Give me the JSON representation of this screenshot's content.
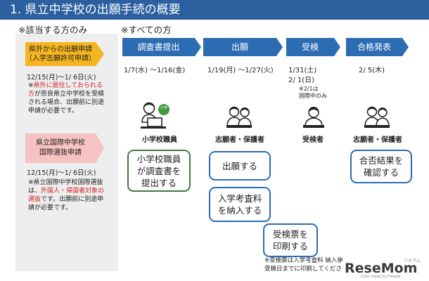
{
  "title": "1. 県立中学校の出願手続の概要",
  "left_heading": "※該当する方のみ",
  "right_heading": "※すべての方",
  "left": {
    "tag1_line1": "県外からの出願申請",
    "tag1_line2": "（入学志願許可申請）",
    "dates1": "12/15(月)〜1/ 6日(火)",
    "note1": {
      "mark": "※",
      "red": "県外に居住しておられる",
      "line1_rest": "",
      "line2_red": "方",
      "line2_rest": "が奈良県立中学校を受検",
      "line3": "される場合、出願前に別途",
      "line4": "申請が必要です。"
    },
    "tag2_line1": "県立国際中学校",
    "tag2_line2": "国際選抜申請",
    "dates2": "12/15(月)〜1/ 6日(火)",
    "note2": {
      "line1": "※県立国際中学校国際選抜",
      "line2_pre": "は、",
      "line2_red": "外国人・帰国者対象の",
      "line3_red": "選抜",
      "line3_rest": "です。出願前に別途申",
      "line4": "請が必要です。"
    }
  },
  "steps": [
    {
      "label": "調査書提出",
      "dates": [
        "1/7(水) 〜1/16(金)"
      ]
    },
    {
      "label": "出願",
      "dates": [
        "1/19(月) 〜1/27(火)"
      ]
    },
    {
      "label": "受検",
      "dates": [
        "1/31(土)",
        "2/ 1(日)"
      ]
    },
    {
      "label": "合格発表",
      "dates": [
        "2/  5(木)"
      ]
    }
  ],
  "exam_note_line1": "※2/1は",
  "exam_note_line2": "国際中のみ",
  "badge_text": "小学",
  "roles": {
    "teacher": "小学校職員",
    "applicant1": "志願者・保護者",
    "examinee": "受検者",
    "applicant2": "志願者・保護者"
  },
  "actions": {
    "teacher_box": "小学校職員\nが調査書を\n提出する",
    "apply_box": "出願する",
    "fee_box": "入学考査料\nを納入する",
    "print_box": "受検票を\n印刷する",
    "result_box": "合否結果を\n確認する"
  },
  "bottom_note_line1": "※受検票は入学考査料 納入後",
  "bottom_note_line2": "受検日までに印刷してください。",
  "logo": "ReseMom",
  "logo_kana": "リセマム",
  "logo_sub": "Icons made by Freepik",
  "colors": {
    "primary": "#2b6cb3",
    "title_bg": "#2b5f9e",
    "orange": "#f5b520",
    "pink": "#f6c2c2",
    "green": "#3f7a3a",
    "red": "#d42020"
  }
}
